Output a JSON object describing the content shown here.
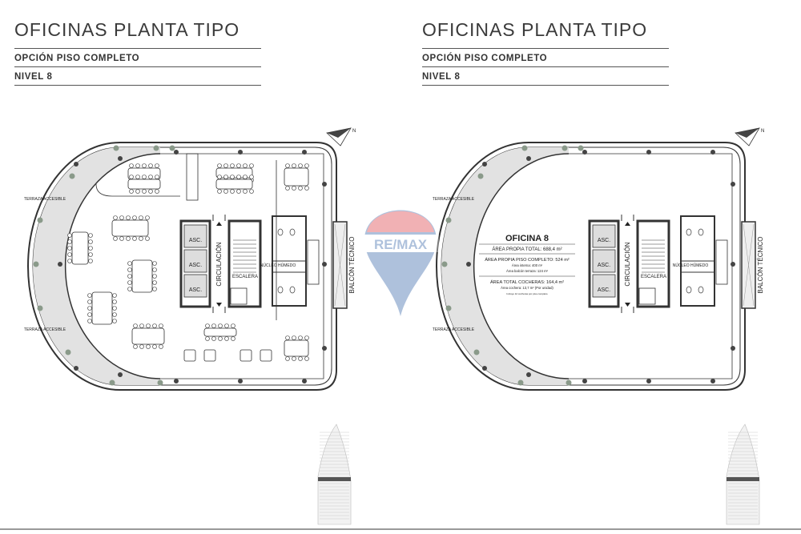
{
  "panels": [
    {
      "title": "OFICINAS PLANTA TIPO",
      "option": "OPCIÓN PISO COMPLETO",
      "level": "NIVEL 8",
      "labels": {
        "elevator": "ASC.",
        "circulation": "CIRCULACIÓN",
        "stairs": "ESCALERA",
        "wet_core": "NÚCLEO HÚMEDO",
        "balcony": "BALCÓN TÉCNICO",
        "terrace": "TERRAZA ACCESIBLE",
        "north": "N"
      }
    },
    {
      "title": "OFICINAS PLANTA TIPO",
      "option": "OPCIÓN PISO COMPLETO",
      "level": "NIVEL 8",
      "labels": {
        "elevator": "ASC.",
        "circulation": "CIRCULACIÓN",
        "stairs": "ESCALERA",
        "wet_core": "NÚCLEO HÚMEDO",
        "balcony": "BALCÓN TÉCNICO",
        "terrace": "TERRAZA ACCESIBLE",
        "north": "N"
      },
      "office": {
        "name": "OFICINA 8",
        "total_area": "ÁREA PROPIA TOTAL: 688,4 m²",
        "floor_area": "ÁREA PROPIA PISO COMPLETO: 524 m²",
        "interior_area": "Área interna: 400 m²",
        "terrace_area": "Área balcón terraza: 124 m²",
        "parking_area": "ÁREA TOTAL COCHERAS: 164,4 m²",
        "parking_unit": "Área cochera: 13,7 m² (Por unidad)",
        "parking_note": "Incluye 12 cocheras por piso completo"
      }
    }
  ],
  "watermark": "RE/MAX",
  "colors": {
    "line": "#333333",
    "terrace": "#d9d9d9",
    "plant": "#8a9a8a",
    "watermark_red": "#d8232a",
    "watermark_blue": "#1b4f9c"
  }
}
